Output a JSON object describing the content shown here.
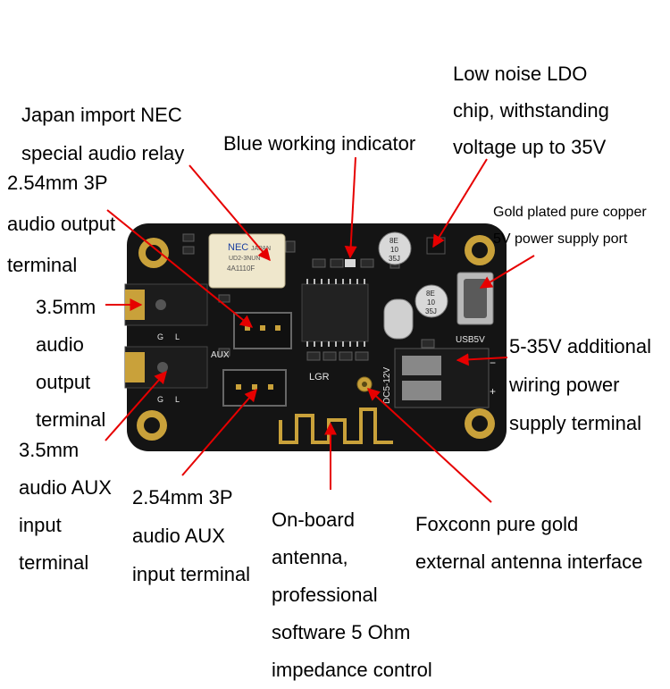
{
  "colors": {
    "background": "#ffffff",
    "board": "#141414",
    "arrow": "#e60000",
    "text": "#000000",
    "gold": "#c9a13a",
    "silkscreen": "#e6e6e6"
  },
  "board_silkscreen": {
    "relay_brand": "NEC",
    "relay_country": "JAPAN",
    "relay_model": "UD2-3NUN",
    "relay_code": "4A1110F",
    "cap_a_1": "8E",
    "cap_a_2": "10",
    "cap_a_3": "35J",
    "cap_b_1": "8E",
    "cap_b_2": "10",
    "cap_b_3": "35J",
    "aux": "AUX",
    "lgr": "LGR",
    "dc": "DC5-12V",
    "usb": "USB5V",
    "pin_g1": "G",
    "pin_l1": "L",
    "pin_g2": "G",
    "pin_l2": "L",
    "plus": "+",
    "minus": "−"
  },
  "labels": [
    {
      "id": "low-noise-ldo",
      "lines": [
        "Low noise LDO",
        "chip, withstanding",
        "voltage up to 35V"
      ]
    },
    {
      "id": "nec-relay",
      "lines": [
        "Japan import NEC",
        "special audio relay"
      ]
    },
    {
      "id": "blue-indicator",
      "lines": [
        "Blue working indicator"
      ]
    },
    {
      "id": "output-terminal-254",
      "lines": [
        "2.54mm 3P",
        "audio output",
        "terminal"
      ]
    },
    {
      "id": "usb-power-port",
      "lines": [
        "Gold plated pure copper",
        "5V power supply port"
      ]
    },
    {
      "id": "audio-output-35",
      "lines": [
        "3.5mm",
        "audio",
        "output",
        "terminal"
      ]
    },
    {
      "id": "wiring-power",
      "lines": [
        "5-35V additional",
        "wiring power",
        "supply terminal"
      ]
    },
    {
      "id": "aux-input-35",
      "lines": [
        "3.5mm",
        "audio AUX",
        "input",
        "terminal"
      ]
    },
    {
      "id": "aux-input-254",
      "lines": [
        "2.54mm 3P",
        "audio AUX",
        "input terminal"
      ]
    },
    {
      "id": "onboard-antenna",
      "lines": [
        "On-board",
        "antenna,",
        "professional",
        "software 5 Ohm",
        "impedance control"
      ]
    },
    {
      "id": "external-antenna",
      "lines": [
        "Foxconn pure gold",
        "external antenna interface"
      ]
    }
  ]
}
